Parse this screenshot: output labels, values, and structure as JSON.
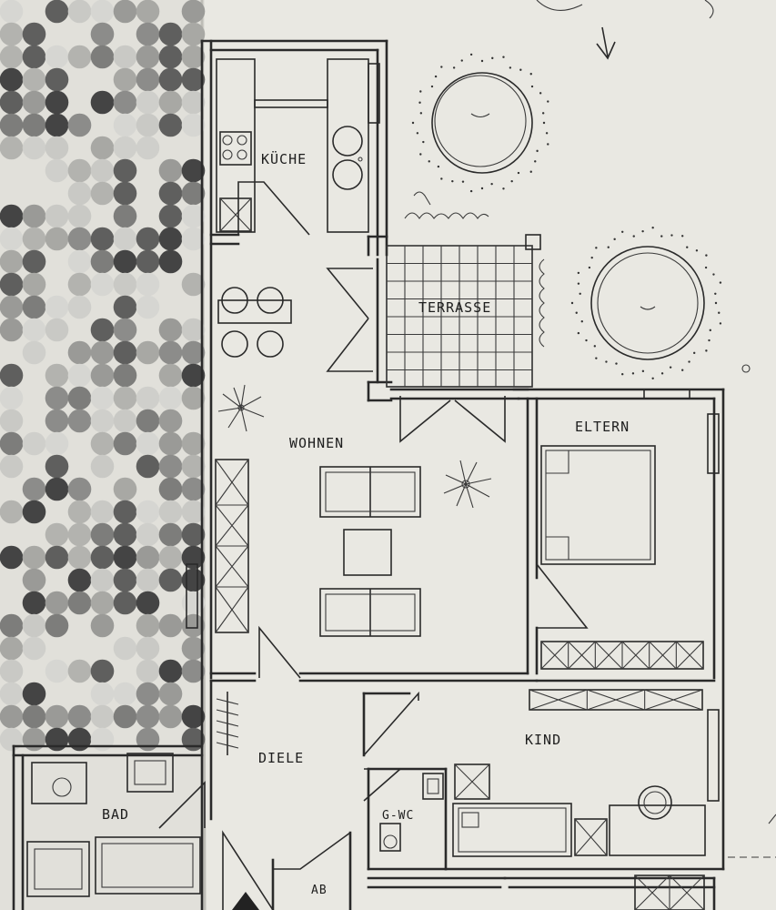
{
  "rooms": {
    "kitchen": "KÜCHE",
    "terrace": "TERRASSE",
    "living": "WOHNEN",
    "parents": "ELTERN",
    "hall": "DIELE",
    "child": "KIND",
    "bath": "BAD",
    "guest_wc": "G-WC",
    "storage": "AB"
  },
  "colors": {
    "paper": "#e9e8e2",
    "ink": "#2a2a2a",
    "shadow": "#d9d8d2"
  },
  "icons": [
    "plant-icon",
    "tree-icon",
    "north-arrow-icon"
  ]
}
